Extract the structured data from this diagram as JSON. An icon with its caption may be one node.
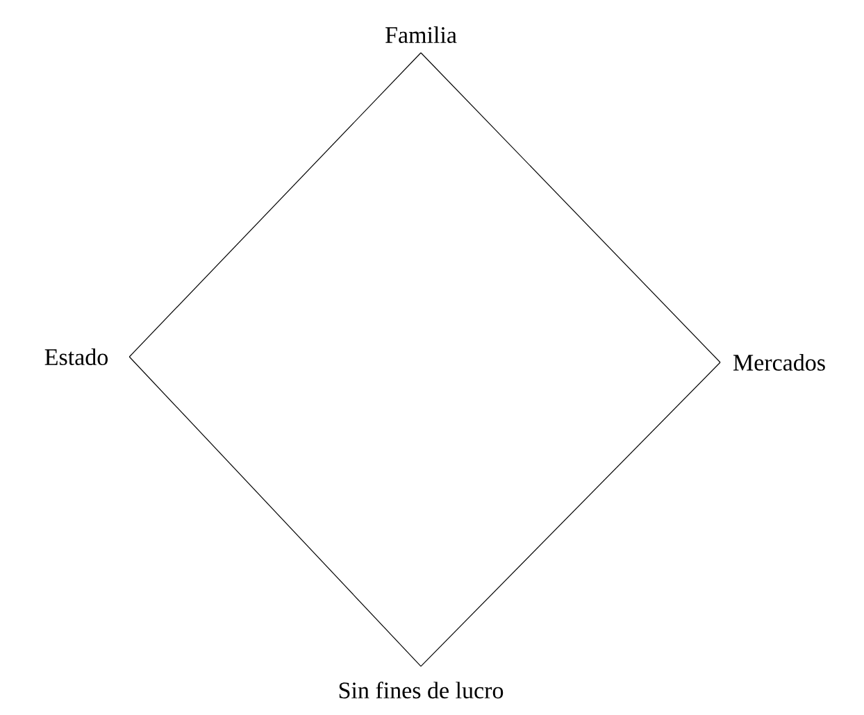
{
  "diagram": {
    "nodes": [
      {
        "text": [
          "Familia"
        ]
      },
      {
        "text": [
          "Estado"
        ]
      },
      {
        "text": [
          "Mercados"
        ]
      },
      {
        "text": [
          "Sin fines de lucro"
        ]
      }
    ],
    "edges": [
      {
        "from": 0,
        "to": 2,
        "arrow": "none"
      },
      {
        "from": 2,
        "to": 3,
        "arrow": "none"
      },
      {
        "from": 3,
        "to": 1,
        "arrow": "none"
      },
      {
        "from": 1,
        "to": 0,
        "arrow": "none"
      }
    ]
  }
}
